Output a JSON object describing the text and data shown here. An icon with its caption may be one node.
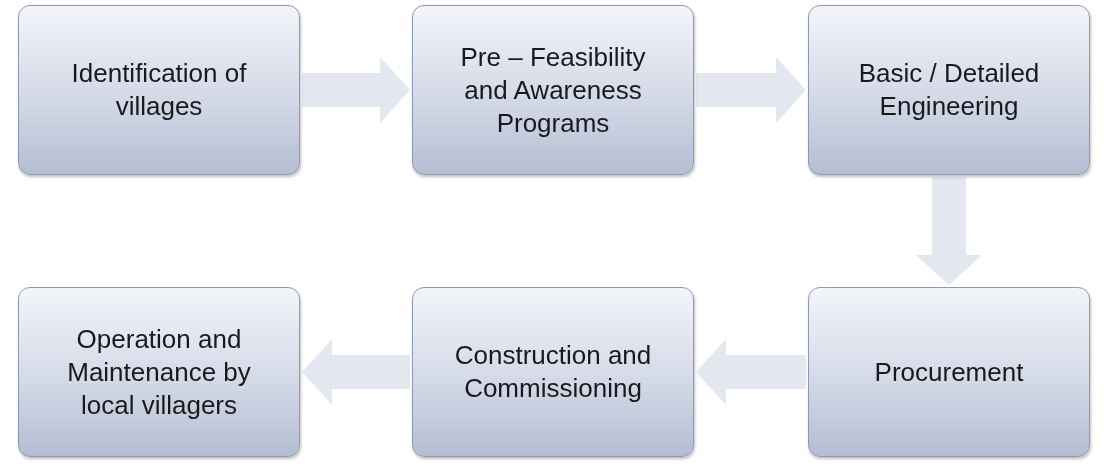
{
  "diagram": {
    "nodes": [
      {
        "text": [
          "Identification of villages"
        ]
      },
      {
        "text": [
          "Pre – Feasibility and Awareness Programs"
        ]
      },
      {
        "text": [
          "Basic / Detailed Engineering"
        ]
      },
      {
        "text": [
          "Operation and Maintenance by local villagers"
        ]
      },
      {
        "text": [
          "Construction and Commissioning"
        ]
      },
      {
        "text": [
          "Procurement"
        ]
      }
    ],
    "edges": [
      {
        "from": 0,
        "to": 1,
        "arrow": "to"
      },
      {
        "from": 1,
        "to": 2,
        "arrow": "to"
      },
      {
        "from": 2,
        "to": 5,
        "arrow": "to"
      },
      {
        "from": 5,
        "to": 4,
        "arrow": "to"
      },
      {
        "from": 4,
        "to": 3,
        "arrow": "to"
      }
    ]
  }
}
